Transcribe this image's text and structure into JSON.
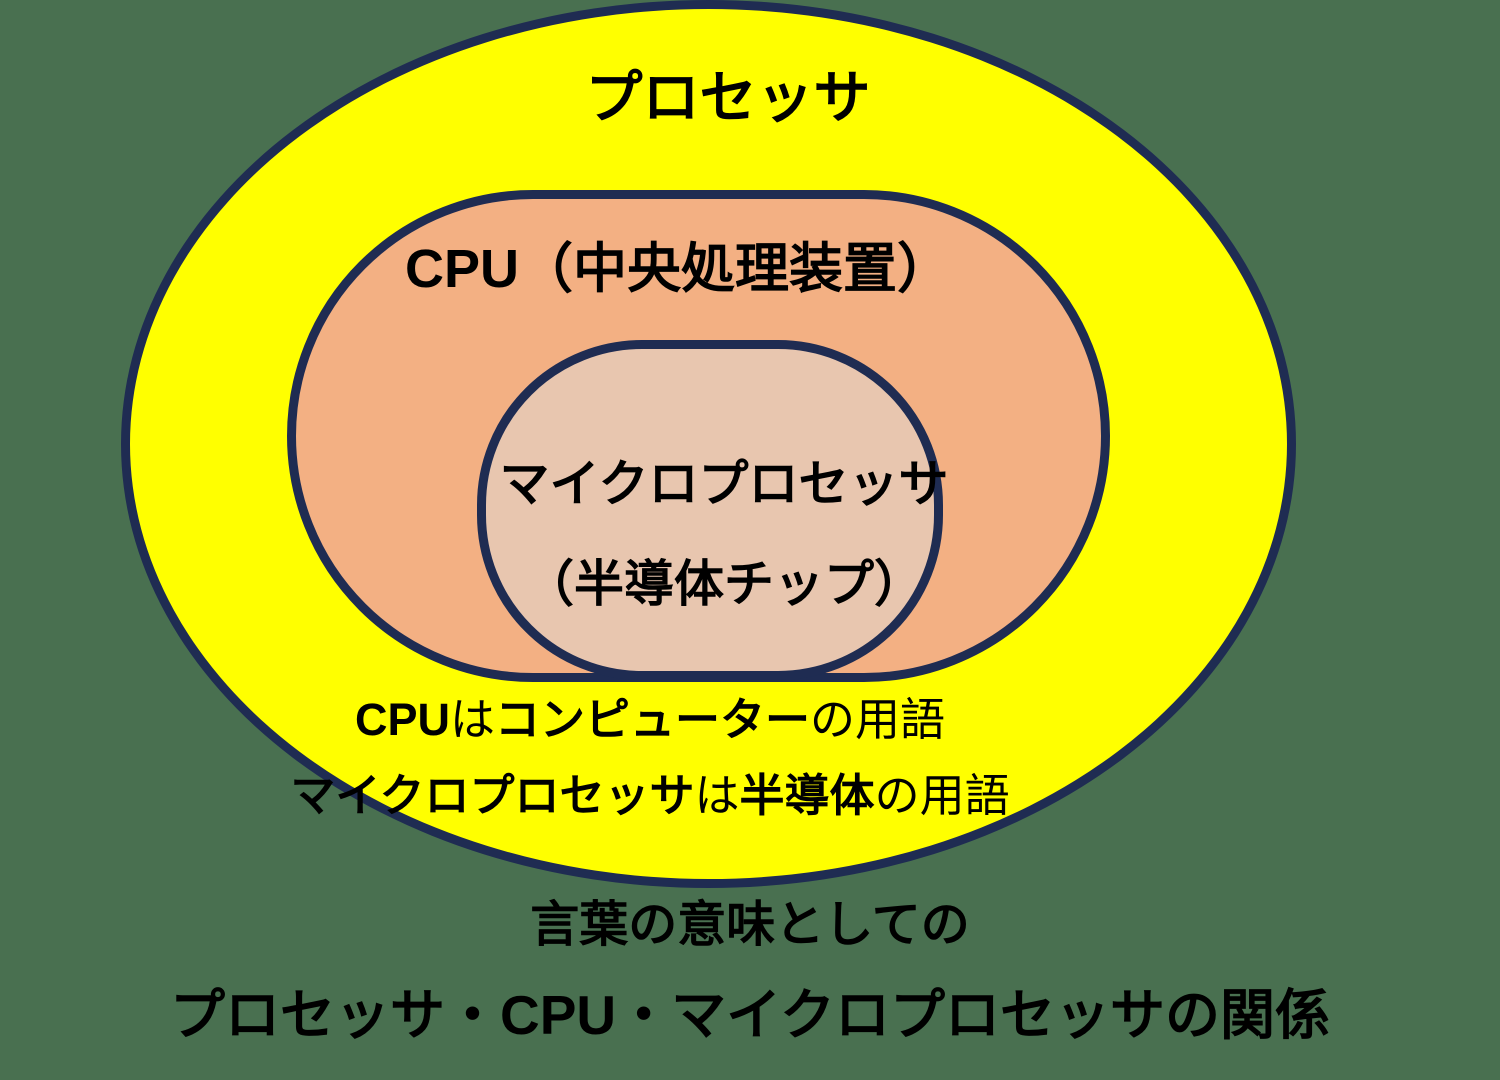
{
  "colors": {
    "background": "#497050",
    "outer_fill": "#FFFF00",
    "mid_fill": "#F3B083",
    "inner_fill": "#E8C6AF",
    "border": "#1F2C52",
    "text": "#000000"
  },
  "diagram": {
    "type": "nested-euler-diagram",
    "outer_set_label": "プロセッサ",
    "mid_set_label": "CPU（中央処理装置）",
    "inner_set_label_line1": "マイクロプロセッサ",
    "inner_set_label_line2": "（半導体チップ）",
    "note_line1": {
      "seg1": "CPU",
      "seg2": "は",
      "seg3": "コンピューター",
      "seg4": "の用語"
    },
    "note_line2": {
      "seg1": "マイクロプロセッサ",
      "seg2": "は",
      "seg3": "半導体",
      "seg4": "の用語"
    }
  },
  "caption": {
    "line1": "言葉の意味としての",
    "line2": "プロセッサ・CPU・マイクロプロセッサの関係"
  }
}
